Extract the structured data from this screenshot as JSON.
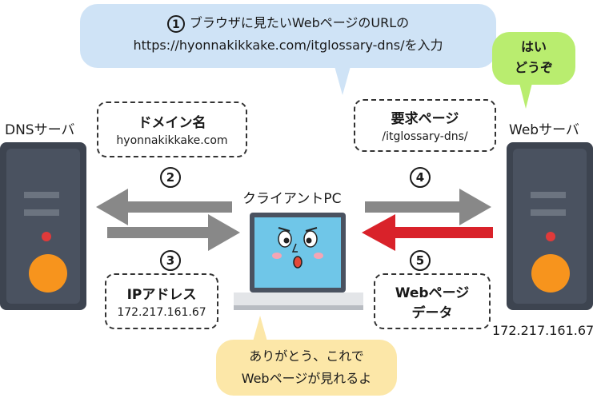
{
  "top_bubble": {
    "number": "1",
    "line1": "ブラウザに見たいWebページのURLの",
    "line2": "https://hyonnakikkake.com/itglossary-dns/を入力"
  },
  "yes_bubble": {
    "line1": "はい",
    "line2": "どうぞ"
  },
  "bottom_bubble": {
    "line1": "ありがとう、これで",
    "line2": "Webページが見れるよ"
  },
  "dns_server": {
    "label": "DNSサーバ"
  },
  "web_server": {
    "label": "Webサーバ",
    "ip": "172.217.161.67"
  },
  "client": {
    "label": "クライアントPC"
  },
  "domain_box": {
    "title": "ドメイン名",
    "value": "hyonnakikkake.com"
  },
  "request_box": {
    "title": "要求ページ",
    "value": "/itglossary-dns/"
  },
  "ip_box": {
    "title": "IPアドレス",
    "value": "172.217.161.67"
  },
  "webpage_box": {
    "line1": "Webページ",
    "line2": "データ"
  },
  "steps": {
    "s2": "2",
    "s3": "3",
    "s4": "4",
    "s5": "5"
  },
  "colors": {
    "arrow_gray": "#888888",
    "arrow_red": "#d9222a",
    "server_body": "#4a5260",
    "server_orange": "#f7941d",
    "screen": "#6fc6e8"
  }
}
